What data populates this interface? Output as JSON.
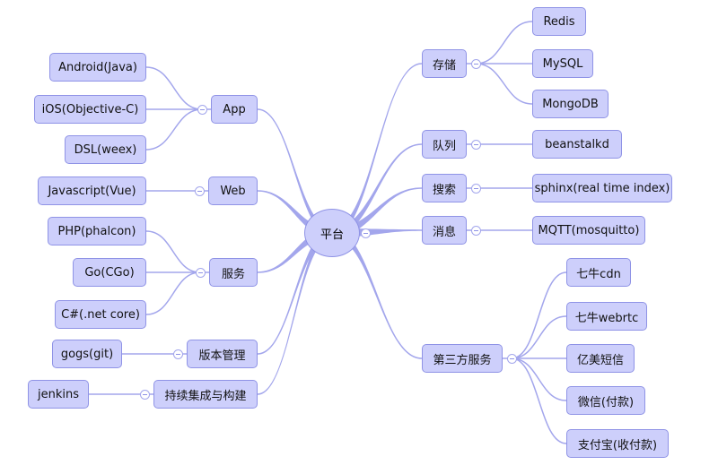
{
  "root": {
    "id": "root",
    "label": "平台"
  },
  "right_branches": [
    {
      "id": "storage",
      "label": "存储",
      "children": [
        {
          "id": "redis",
          "label": "Redis"
        },
        {
          "id": "mysql",
          "label": "MySQL"
        },
        {
          "id": "mongodb",
          "label": "MongoDB"
        }
      ]
    },
    {
      "id": "queue",
      "label": "队列",
      "children": [
        {
          "id": "beanstalkd",
          "label": "beanstalkd"
        }
      ]
    },
    {
      "id": "search",
      "label": "搜索",
      "children": [
        {
          "id": "sphinx",
          "label": "sphinx(real time index)"
        }
      ]
    },
    {
      "id": "message",
      "label": "消息",
      "children": [
        {
          "id": "mqtt",
          "label": "MQTT(mosquitto)"
        }
      ]
    },
    {
      "id": "third-party",
      "label": "第三方服务",
      "children": [
        {
          "id": "qiniu-cdn",
          "label": "七牛cdn"
        },
        {
          "id": "qiniu-webrtc",
          "label": "七牛webrtc"
        },
        {
          "id": "yimei-sms",
          "label": "亿美短信"
        },
        {
          "id": "wechat-pay",
          "label": "微信(付款)"
        },
        {
          "id": "alipay",
          "label": "支付宝(收付款)"
        }
      ]
    }
  ],
  "left_branches": [
    {
      "id": "app",
      "label": "App",
      "children": [
        {
          "id": "android",
          "label": "Android(Java)"
        },
        {
          "id": "ios",
          "label": "iOS(Objective-C)"
        },
        {
          "id": "dsl",
          "label": "DSL(weex)"
        }
      ]
    },
    {
      "id": "web",
      "label": "Web",
      "children": [
        {
          "id": "javascript",
          "label": "Javascript(Vue)"
        }
      ]
    },
    {
      "id": "service",
      "label": "服务",
      "children": [
        {
          "id": "php",
          "label": "PHP(phalcon)"
        },
        {
          "id": "go",
          "label": "Go(CGo)"
        },
        {
          "id": "csharp",
          "label": "C#(.net core)"
        }
      ]
    },
    {
      "id": "version-control",
      "label": "版本管理",
      "children": [
        {
          "id": "gogs",
          "label": "gogs(git)"
        }
      ]
    },
    {
      "id": "ci",
      "label": "持续集成与构建",
      "children": [
        {
          "id": "jenkins",
          "label": "jenkins"
        }
      ]
    }
  ],
  "colors": {
    "node_fill": "#cdcffb",
    "node_border": "#8f93e6",
    "edge": "#a3a6ec"
  }
}
